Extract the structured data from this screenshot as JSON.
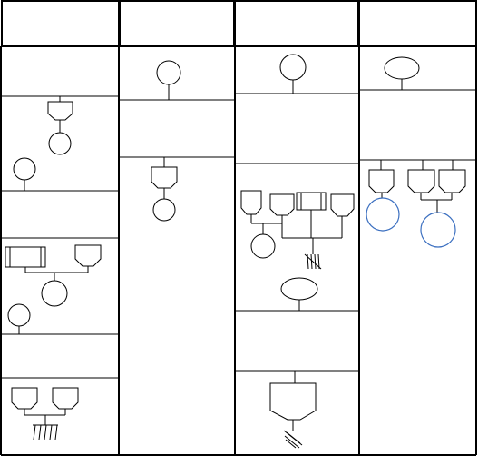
{
  "diagram": {
    "columns": 4,
    "header_row": {
      "cells": 4,
      "text": [
        "",
        "",
        "",
        ""
      ]
    },
    "colors": {
      "line": "#000000",
      "highlight_circle": "#3b6fc0",
      "background": "#ffffff"
    },
    "icons": {
      "device": "pentagon-shield-symbol",
      "node": "circle-node",
      "ground": "hatched-ground-symbol",
      "rail": "double-box-rail-symbol"
    }
  }
}
